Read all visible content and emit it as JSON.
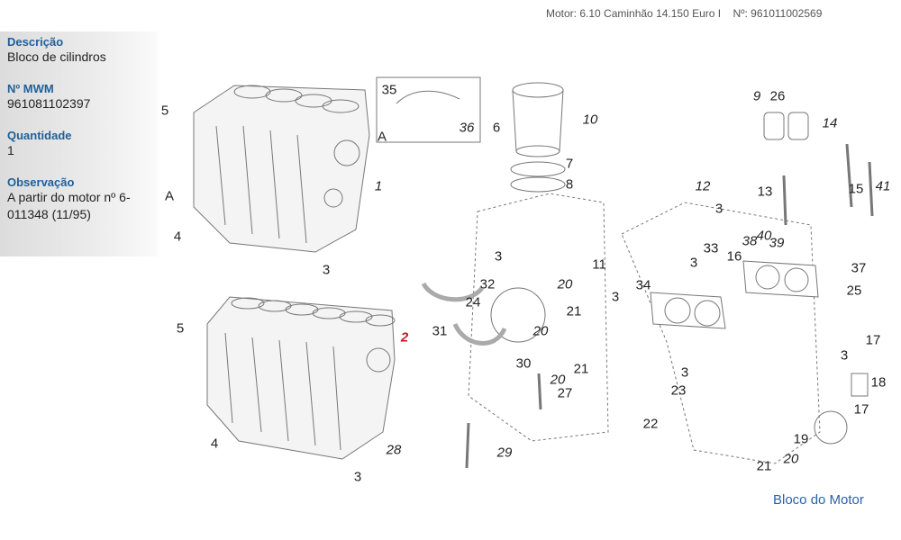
{
  "header": {
    "motor": "Motor: 6.10 Caminhão 14.150 Euro I",
    "number": "Nº: 961011002569"
  },
  "sidebar": {
    "fields": [
      {
        "label": "Descrição",
        "value": "Bloco de cilindros"
      },
      {
        "label": "Nº MWM",
        "value": "961081102397"
      },
      {
        "label": "Quantidade",
        "value": "1"
      },
      {
        "label": "Observação",
        "value": "A partir do motor nº 6-011348 (11/95)"
      }
    ]
  },
  "diagram": {
    "callouts": [
      "5",
      "4",
      "3",
      "1",
      "A",
      "35",
      "36",
      "A",
      "6",
      "10",
      "7",
      "8",
      "12",
      "9",
      "26",
      "14",
      "13",
      "15",
      "41",
      "3",
      "33",
      "3",
      "38",
      "40",
      "39",
      "16",
      "37",
      "25",
      "34",
      "3",
      "11",
      "32",
      "20",
      "24",
      "3",
      "21",
      "5",
      "2",
      "31",
      "20",
      "30",
      "20",
      "21",
      "27",
      "17",
      "3",
      "3",
      "23",
      "18",
      "17",
      "4",
      "3",
      "28",
      "29",
      "22",
      "19",
      "21",
      "20"
    ],
    "selected_callout": "2",
    "highlight_color": "#c4161c"
  },
  "footer": {
    "link": "Bloco do Motor"
  }
}
